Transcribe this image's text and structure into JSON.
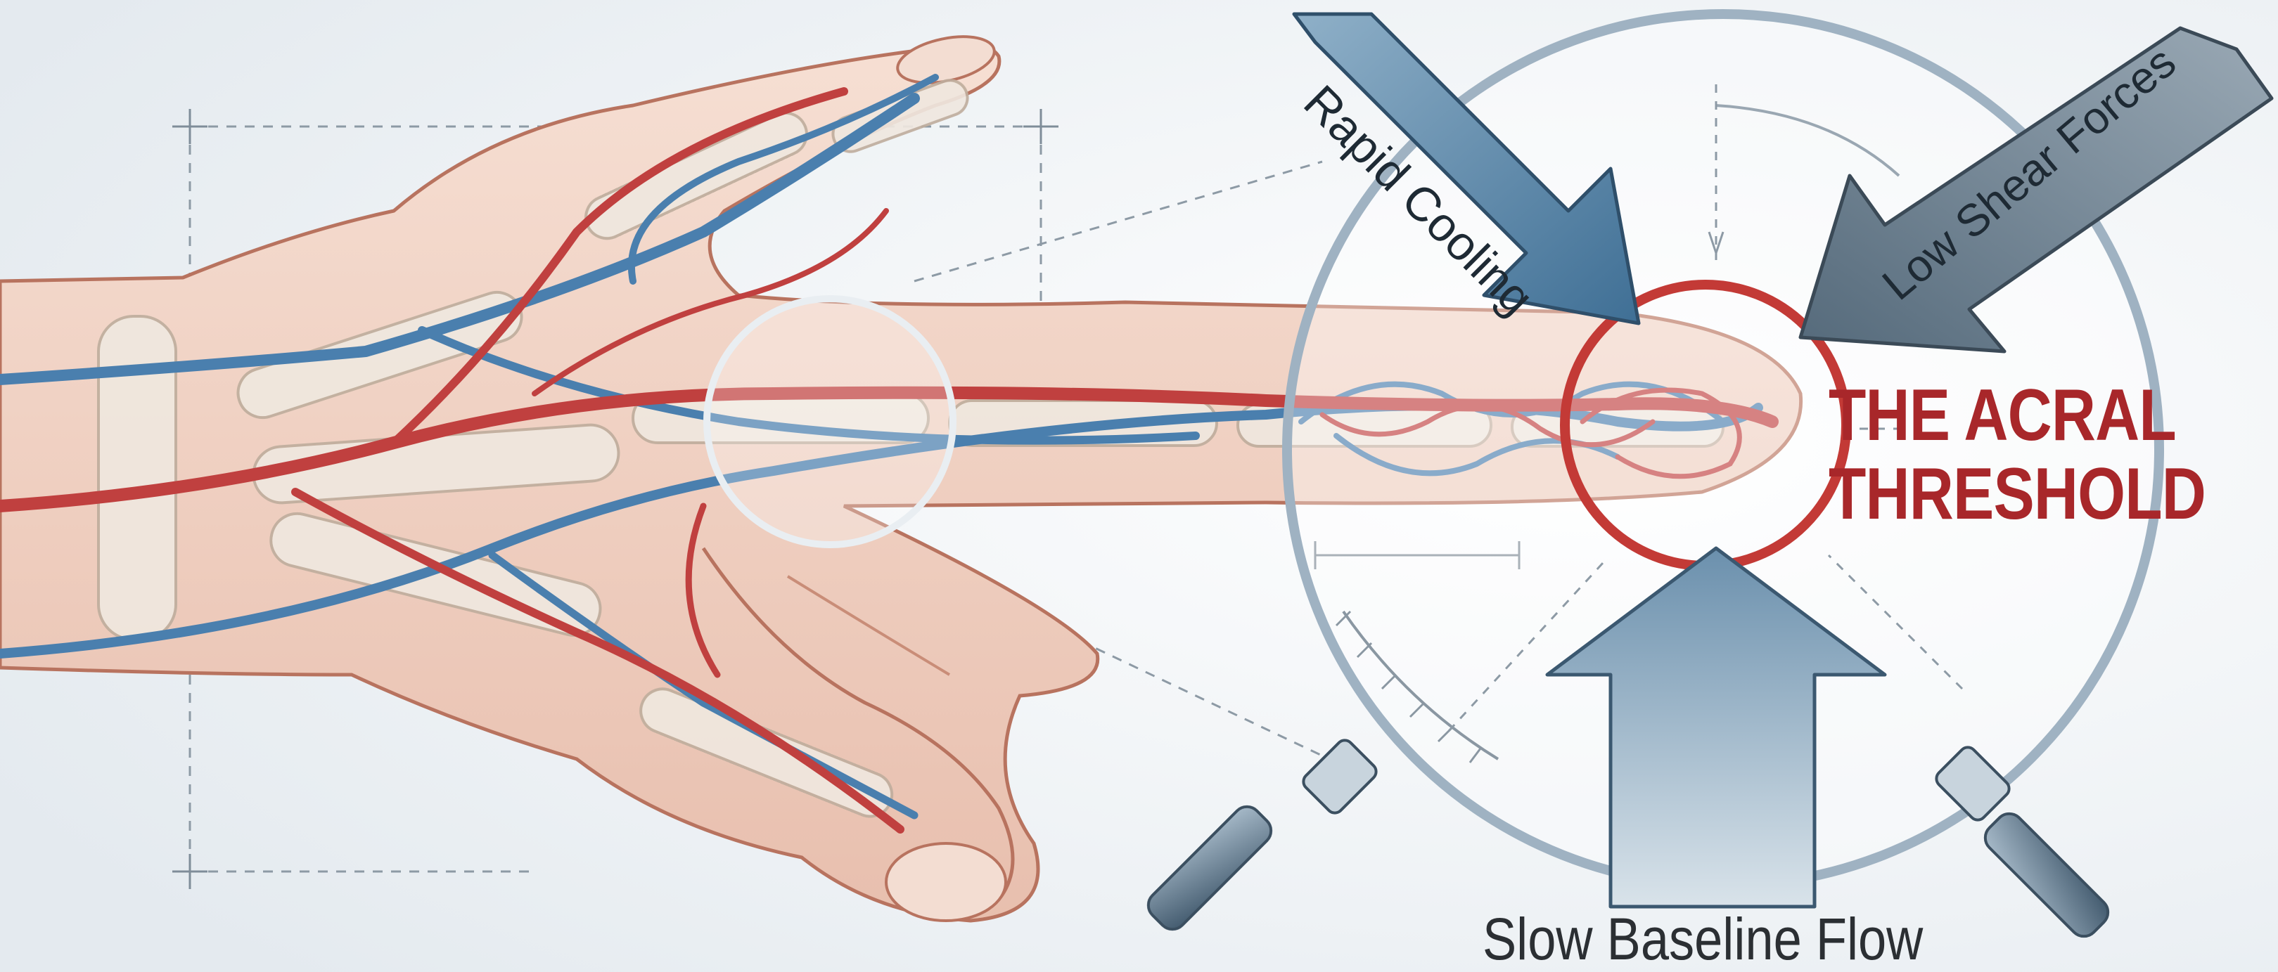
{
  "title": {
    "line1": "THE ACRAL",
    "line2": "THRESHOLD"
  },
  "factors": {
    "rapid_cooling": "Rapid Cooling",
    "low_shear_forces": "Low Shear Forces",
    "slow_baseline_flow": "Slow Baseline Flow"
  },
  "colors": {
    "artery": "#c0403f",
    "vein": "#4a7fae",
    "skin": "#f0d2c4",
    "bone": "#efe8df",
    "threshold_ring": "#c33a36",
    "title": "#a8272a",
    "arrow_fill": "#5f87a6",
    "lens_rim": "#9fb2c2"
  },
  "icons": {
    "magnifier": "magnifier-icon",
    "arrows": "arrow-icon"
  }
}
